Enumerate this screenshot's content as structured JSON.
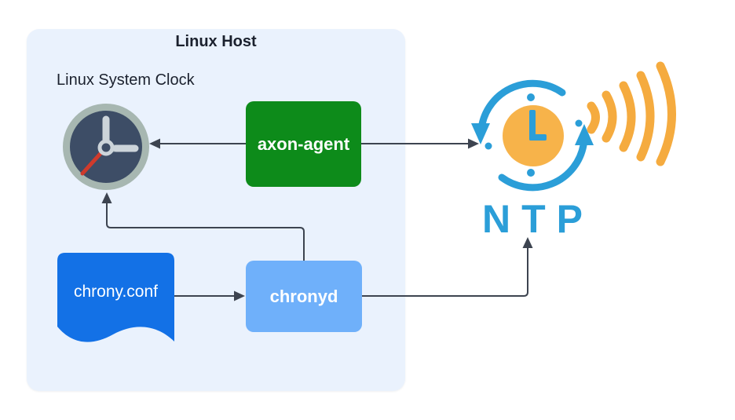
{
  "diagram": {
    "host": {
      "title": "Linux Host",
      "clock_label": "Linux System Clock"
    },
    "nodes": {
      "axon_agent": {
        "label": "axon-agent"
      },
      "chronyd": {
        "label": "chronyd"
      },
      "chrony_conf": {
        "label": "chrony.conf"
      },
      "ntp": {
        "label": "NTP"
      }
    },
    "edges": [
      {
        "from": "axon-agent",
        "to": "linux-system-clock"
      },
      {
        "from": "axon-agent",
        "to": "ntp-server"
      },
      {
        "from": "chrony.conf",
        "to": "chronyd"
      },
      {
        "from": "chronyd",
        "to": "linux-system-clock"
      },
      {
        "from": "chronyd",
        "to": "ntp-server"
      }
    ]
  },
  "colors": {
    "host-bg": "#eaf2fd",
    "text-dark": "#1b212e",
    "green": "#0d8b1a",
    "conf-blue": "#1371e6",
    "chronyd-blue": "#6fb0fa",
    "arrow": "#3d4450",
    "ntp-blue": "#2b9ed8",
    "amber": "#f7b34a",
    "amber-wave": "#f5ab3f",
    "clock-ring": "#a7b7b1",
    "clock-face": "#3d4d66",
    "clock-hands": "#ccd4da",
    "clock-red": "#cf3a2c"
  }
}
